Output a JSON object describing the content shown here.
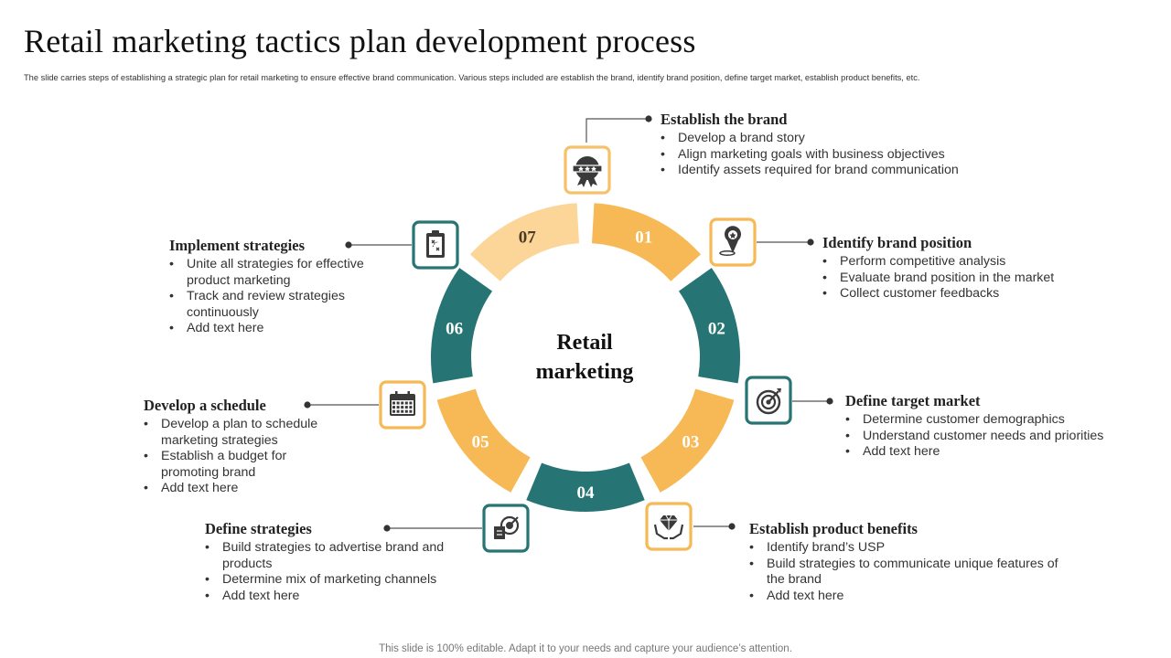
{
  "title": "Retail marketing tactics plan development process",
  "subtitle": "The slide carries steps of establishing a strategic plan for retail marketing to ensure effective brand communication. Various steps included are establish the brand, identify brand position, define target market, establish product benefits, etc.",
  "center_text": [
    "Retail",
    "marketing"
  ],
  "colors": {
    "teal": "#277474",
    "orange": "#F7B955",
    "light_orange": "#FCD699",
    "connector": "#555555"
  },
  "steps": [
    {
      "number": "01",
      "color": "orange",
      "icon": "location-star-icon",
      "heading": "Identify brand position",
      "bullets": [
        "Perform competitive analysis",
        "Evaluate brand position in the market",
        "Collect customer feedbacks"
      ]
    },
    {
      "number": "02",
      "color": "teal",
      "icon": "target-dart-icon",
      "heading": "Define target market",
      "bullets": [
        "Determine customer demographics",
        "Understand customer needs and priorities",
        "Add text here"
      ]
    },
    {
      "number": "03",
      "color": "orange",
      "icon": "diamond-hands-icon",
      "heading": "Establish product benefits",
      "bullets": [
        "Identify brand’s USP",
        "Build strategies to communicate unique features of the brand",
        "Add text here"
      ]
    },
    {
      "number": "04",
      "color": "teal",
      "icon": "strategy-target-icon",
      "heading": "Define strategies",
      "bullets": [
        "Build strategies to advertise brand and products",
        "Determine mix of marketing channels",
        "Add text here"
      ]
    },
    {
      "number": "05",
      "color": "orange",
      "icon": "calendar-icon",
      "heading": "Develop a schedule",
      "bullets": [
        "Develop a plan to schedule marketing strategies",
        "Establish a budget for promoting brand",
        "Add text here"
      ]
    },
    {
      "number": "06",
      "color": "teal",
      "icon": "clipboard-plan-icon",
      "heading": "Implement strategies",
      "bullets": [
        "Unite all strategies for effective product marketing",
        "Track and review strategies continuously",
        "Add text here"
      ]
    },
    {
      "number": "07",
      "color": "light_orange",
      "icon": "brand-badge-icon",
      "heading": "Establish the brand",
      "bullets": [
        "Develop a brand story",
        "Align marketing goals with business objectives",
        "Identify assets required for brand communication"
      ]
    }
  ],
  "footer": "This slide is 100% editable. Adapt it to your needs and capture your audience’s attention."
}
